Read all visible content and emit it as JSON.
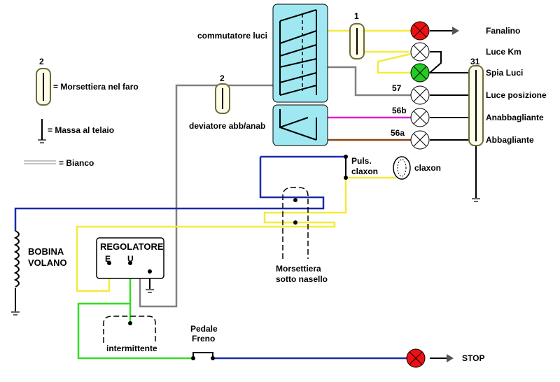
{
  "colors": {
    "yellow": "#f5eb3c",
    "blue": "#1a2ca8",
    "green": "#33dd22",
    "magenta": "#e020d0",
    "brown": "#8b4513",
    "gray": "#808080",
    "black": "#000000",
    "switch_fill": "#9fe8f2",
    "lamp_red": "#ee1111",
    "lamp_green": "#22cc22",
    "terminal_box": "#fffde8"
  },
  "legend": {
    "terminal_number": "2",
    "terminal_text": "= Morsettiera nel faro",
    "ground_text": "= Massa al telaio",
    "white_text": "= Bianco"
  },
  "switches": {
    "light_switch_label": "commutatore luci",
    "dimmer_label": "deviatore abb/anab"
  },
  "terminals": {
    "t1_number": "1",
    "t2_number": "2",
    "t31_number": "31"
  },
  "wire_labels": {
    "w57": "57",
    "w56b": "56b",
    "w56a": "56a"
  },
  "lamps": {
    "fanalino": "Fanalino",
    "luce_km": "Luce Km",
    "spia_luci": "Spia Luci",
    "luce_posizione": "Luce posizione",
    "anabbagliante": "Anabbagliante",
    "abbagliante": "Abbagliante",
    "stop": "STOP"
  },
  "components": {
    "puls_line1": "Puls.",
    "puls_line2": "claxon",
    "claxon": "claxon",
    "morsettiera_line1": "Morsettiera",
    "morsettiera_line2": "sotto nasello",
    "bobina_line1": "BOBINA",
    "bobina_line2": "VOLANO",
    "regolatore": "REGOLATORE",
    "reg_e": "E",
    "reg_u": "U",
    "intermittente": "intermittente",
    "pedale_line1": "Pedale",
    "pedale_line2": "Freno"
  }
}
